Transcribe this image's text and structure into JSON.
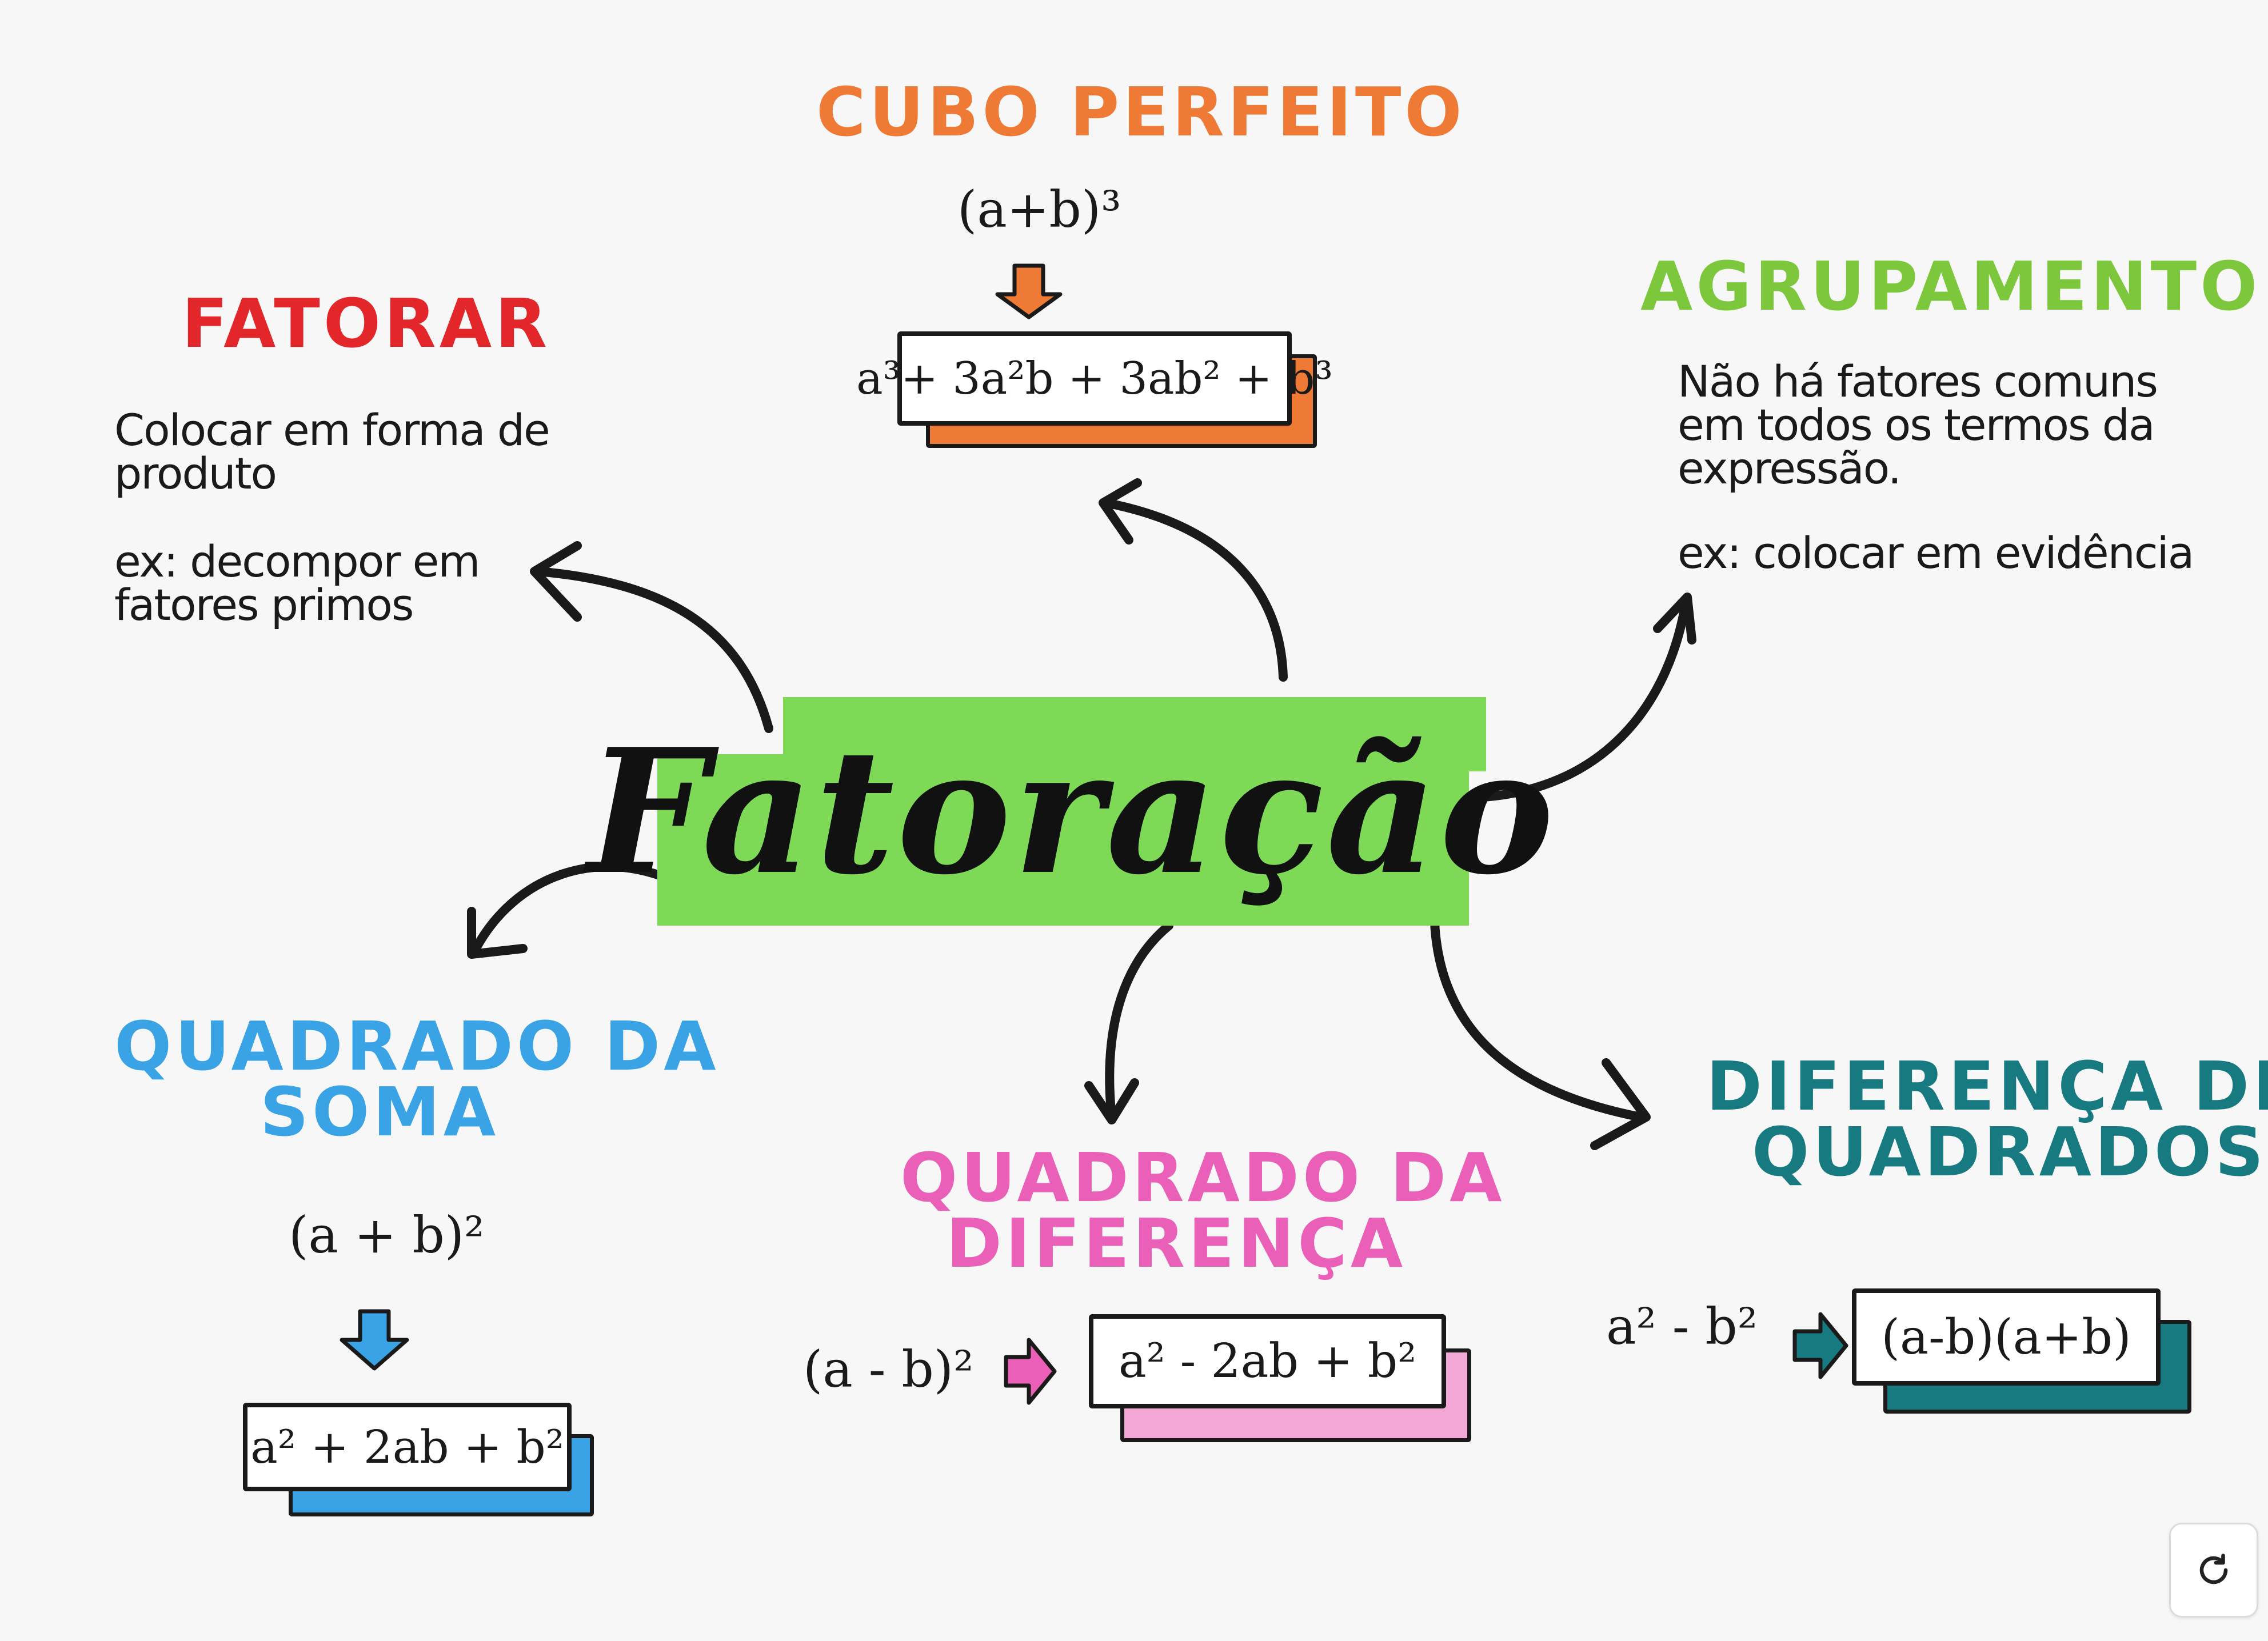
{
  "center": {
    "label": "Fatoração",
    "highlight_color": "#7ed957"
  },
  "fatorar": {
    "title": "FATORAR",
    "color": "#e3262a",
    "lines": [
      "Colocar em forma de",
      "produto"
    ],
    "example_lines": [
      "ex: decompor em",
      "fatores primos"
    ]
  },
  "cubo": {
    "title": "CUBO PERFEITO",
    "color": "#ee7a35",
    "expression": "(a+b)³",
    "expansion": "a³+ 3a²b + 3ab² + b³"
  },
  "agrupamento": {
    "title": "AGRUPAMENTO",
    "color": "#7cc73c",
    "lines": [
      "Não há fatores comuns",
      "em todos os termos da",
      "expressão."
    ],
    "example": "ex: colocar em evidência"
  },
  "quadrado_soma": {
    "title_lines": [
      "QUADRADO DA",
      "SOMA"
    ],
    "color": "#3aa3e6",
    "expression": "(a + b)²",
    "expansion": "a² + 2ab + b²"
  },
  "quadrado_diferenca": {
    "title_lines": [
      "QUADRADO DA",
      "DIFERENÇA"
    ],
    "color": "#ea5fb7",
    "expression": "(a - b)²",
    "expansion": "a² - 2ab + b²"
  },
  "diferenca_quadrados": {
    "title_lines": [
      "DIFERENÇA DE",
      "QUADRADOS"
    ],
    "color": "#167a80",
    "expression": "a² - b²",
    "factored": "(a-b)(a+b)"
  },
  "icons": {
    "arrow_stroke": "#1a1a1a",
    "reset": "reset-icon"
  }
}
